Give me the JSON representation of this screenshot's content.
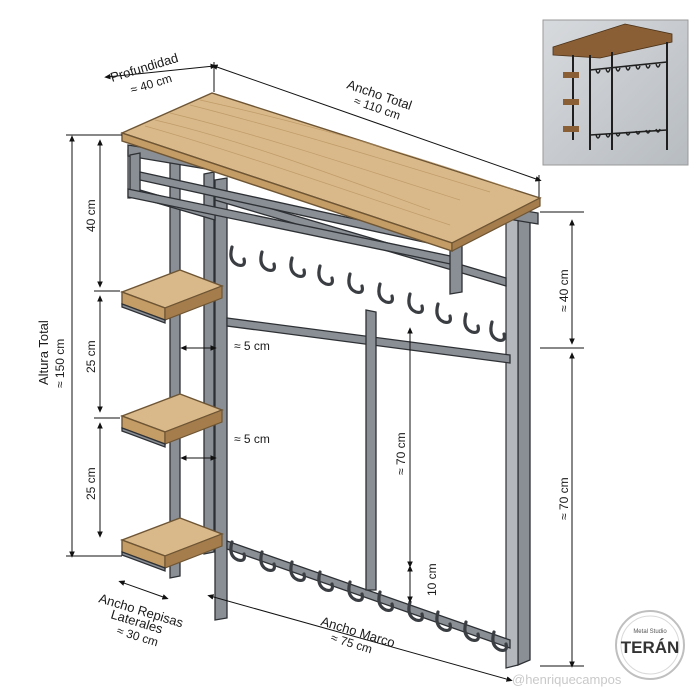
{
  "labels": {
    "depth_title": "Profundidad",
    "depth_value": "≈ 40 cm",
    "width_title": "Ancho Total",
    "width_value": "≈ 110 cm",
    "height_title": "Altura Total",
    "height_value": "≈ 150 cm",
    "left_top": "40 cm",
    "left_mid": "25 cm",
    "left_bot": "25 cm",
    "gap_upper": "≈ 5 cm",
    "gap_lower": "≈ 5 cm",
    "center_height": "≈ 70 cm",
    "bottom_gap": "10 cm",
    "right_top": "≈ 40 cm",
    "right_bot": "≈ 70 cm",
    "side_shelves_line1": "Ancho Repisas",
    "side_shelves_line2": "Laterales",
    "side_shelves_value": "≈ 30 cm",
    "frame_title": "Ancho Marco",
    "frame_value": "≈ 75 cm"
  },
  "logo": {
    "small_text": "Metal Studio",
    "brand": "TERÁN"
  },
  "watermark": "@henriquecampos"
}
